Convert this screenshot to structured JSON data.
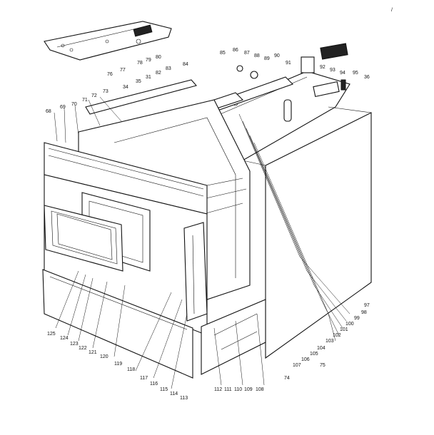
{
  "diagram": {
    "corner_mark": "/",
    "callouts": {
      "c68": "68",
      "c69": "69",
      "c70": "70",
      "c71": "71",
      "c72": "72",
      "c73": "73",
      "c34": "34",
      "c35": "35",
      "c31": "31",
      "c82": "82",
      "c83": "83",
      "c76": "76",
      "c77": "77",
      "c78": "78",
      "c79": "79",
      "c80": "80",
      "c84": "84",
      "c85": "85",
      "c86": "86",
      "c87": "87",
      "c88": "88",
      "c89": "89",
      "c90": "90",
      "c91": "91",
      "c92": "92",
      "c93": "93",
      "c94": "94",
      "c95": "95",
      "c36": "36",
      "c97": "97",
      "c98": "98",
      "c99": "99",
      "c100": "100",
      "c101": "101",
      "c102": "102",
      "c103": "103",
      "c104": "104",
      "c105": "105",
      "c106": "106",
      "c107": "107",
      "c74": "74",
      "c75": "75",
      "c125": "125",
      "c124": "124",
      "c123": "123",
      "c122": "122",
      "c121": "121",
      "c120": "120",
      "c119": "119",
      "c118": "118",
      "c117": "117",
      "c116": "116",
      "c115": "115",
      "c114": "114",
      "c113": "113",
      "c112": "112",
      "c111": "111",
      "c110": "110",
      "c109": "109",
      "c108": "108"
    }
  }
}
